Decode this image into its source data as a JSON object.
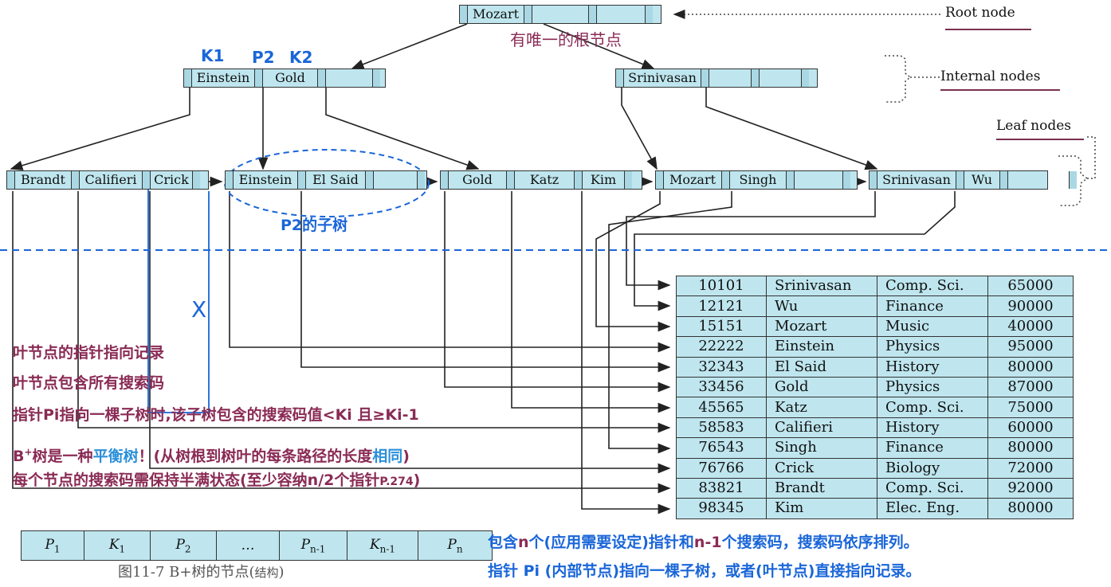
{
  "tree": {
    "root_label": "Root node",
    "internal_label": "Internal nodes",
    "leaf_label": "Leaf nodes",
    "root_note": "有唯一的根节点",
    "k1": "K1",
    "p2": "P2",
    "k2": "K2",
    "subtree_note": "P2的子树",
    "nodes": {
      "root": [
        "Mozart"
      ],
      "internal_left": [
        "Einstein",
        "Gold"
      ],
      "internal_right": [
        "Srinivasan"
      ],
      "leaf1": [
        "Brandt",
        "Califieri",
        "Crick"
      ],
      "leaf2": [
        "Einstein",
        "El Said"
      ],
      "leaf3": [
        "Gold",
        "Katz",
        "Kim"
      ],
      "leaf4": [
        "Mozart",
        "Singh"
      ],
      "leaf5": [
        "Srinivasan",
        "Wu"
      ]
    },
    "cross_mark": "X"
  },
  "notes": {
    "n1": "叶节点的指针指向记录",
    "n2": "叶节点包含所有搜索码",
    "n3": "指针Pi指向一棵子树时,该子树包含的搜索码值<Ki 且≥Ki-1",
    "n4_a": "B",
    "n4_sup": "+",
    "n4_b": "树是一种",
    "n4_c": "平衡树",
    "n4_d": "！(从树根到树叶的每条路径的长度",
    "n4_e": "相同",
    "n4_f": ")",
    "n5_a": "每个节点的搜索码需保持半满状态(至少容纳n/2个指针",
    "n5_b": "P.274",
    "n5_c": ")"
  },
  "records": [
    [
      "10101",
      "Srinivasan",
      "Comp. Sci.",
      "65000"
    ],
    [
      "12121",
      "Wu",
      "Finance",
      "90000"
    ],
    [
      "15151",
      "Mozart",
      "Music",
      "40000"
    ],
    [
      "22222",
      "Einstein",
      "Physics",
      "95000"
    ],
    [
      "32343",
      "El Said",
      "History",
      "80000"
    ],
    [
      "33456",
      "Gold",
      "Physics",
      "87000"
    ],
    [
      "45565",
      "Katz",
      "Comp. Sci.",
      "75000"
    ],
    [
      "58583",
      "Califieri",
      "History",
      "60000"
    ],
    [
      "76543",
      "Singh",
      "Finance",
      "80000"
    ],
    [
      "76766",
      "Crick",
      "Biology",
      "72000"
    ],
    [
      "83821",
      "Brandt",
      "Comp. Sci.",
      "92000"
    ],
    [
      "98345",
      "Kim",
      "Elec. Eng.",
      "80000"
    ]
  ],
  "structure": {
    "cells": [
      {
        "b": "P",
        "s": "1"
      },
      {
        "b": "K",
        "s": "1"
      },
      {
        "b": "P",
        "s": "2"
      },
      {
        "b": "…",
        "s": ""
      },
      {
        "b": "P",
        "s": "n-1"
      },
      {
        "b": "K",
        "s": "n-1"
      },
      {
        "b": "P",
        "s": "n"
      }
    ],
    "caption_a": "图11-7 B+树的节点(",
    "caption_b": "结构",
    "caption_c": ")"
  },
  "bottom": {
    "line1_a": "包含",
    "line1_b": "n",
    "line1_c": "个(应用需要设定)指针和",
    "line1_d": "n-1",
    "line1_e": "个搜索码，搜索码依序排列。",
    "line2": "指针 Pi (内部节点)指向一棵子树，或者(叶节点)直接指向记录。"
  }
}
